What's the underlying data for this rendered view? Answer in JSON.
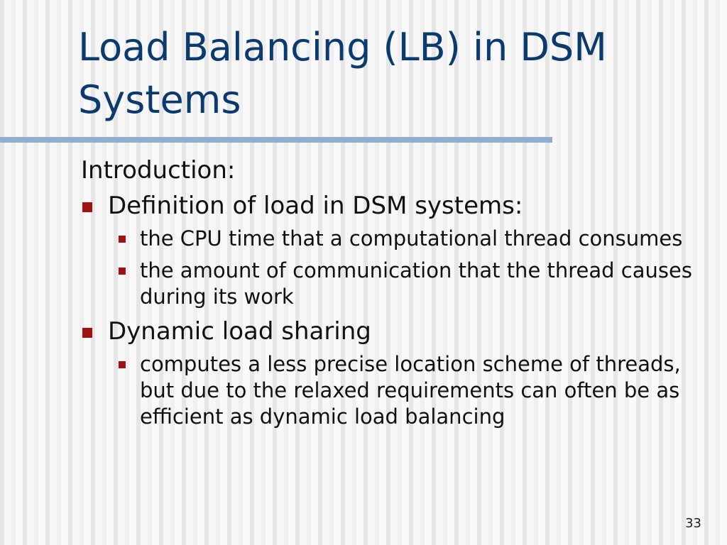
{
  "slide": {
    "title": "Load Balancing (LB) in DSM Systems",
    "intro": "Introduction:",
    "sections": [
      {
        "heading": "Definition of load in DSM systems:",
        "items": [
          "the CPU time that a computational thread consumes",
          "the amount of communication that the thread causes during its work"
        ]
      },
      {
        "heading": "Dynamic load sharing",
        "items": [
          "computes a less precise location scheme of threads, but due to the relaxed requirements can often be as efficient as dynamic load balancing"
        ]
      }
    ],
    "page_number": "33"
  },
  "colors": {
    "title": "#0b3a6e",
    "rule": "#8faed0",
    "bullet": "#a01212",
    "text": "#111111"
  }
}
